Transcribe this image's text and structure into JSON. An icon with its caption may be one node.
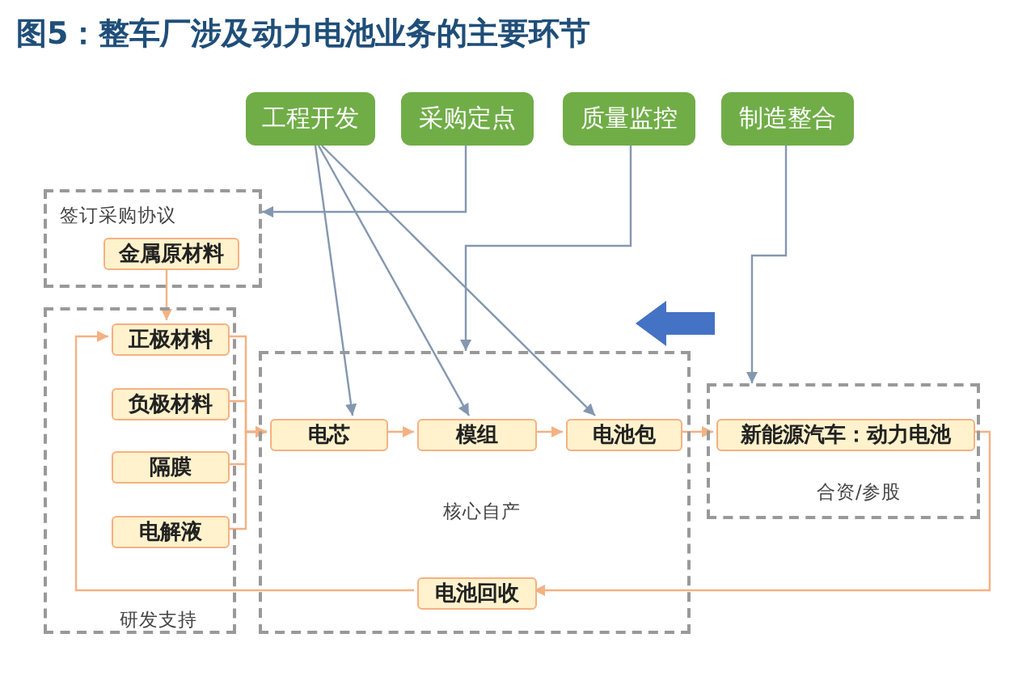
{
  "diagram": {
    "title": "图5：整车厂涉及动力电池业务的主要环节",
    "nodes": [
      {
        "text": [
          "工程开发"
        ]
      },
      {
        "text": [
          "采购定点"
        ]
      },
      {
        "text": [
          "质量监控"
        ]
      },
      {
        "text": [
          "制造整合"
        ]
      },
      {
        "text": [
          "签订采购协议"
        ]
      },
      {
        "text": [
          "金属原材料"
        ],
        "in": 4
      },
      {
        "text": [
          "研发支持"
        ]
      },
      {
        "text": [
          "正极材料"
        ],
        "in": 6
      },
      {
        "text": [
          "负极材料"
        ],
        "in": 6
      },
      {
        "text": [
          "隔膜"
        ],
        "in": 6
      },
      {
        "text": [
          "电解液"
        ],
        "in": 6
      },
      {
        "text": [
          "核心自产"
        ]
      },
      {
        "text": [
          "电芯"
        ],
        "in": 11
      },
      {
        "text": [
          "模组"
        ],
        "in": 11
      },
      {
        "text": [
          "电池包"
        ],
        "in": 11
      },
      {
        "text": [
          "合资/参股"
        ]
      },
      {
        "text": [
          "新能源汽车：动力电池"
        ],
        "in": 15
      },
      {
        "text": [
          "电池回收"
        ],
        "in": 11
      }
    ],
    "edges": [
      {
        "from": 0,
        "to": 12,
        "arrow": "to",
        "color": "#8497b0"
      },
      {
        "from": 0,
        "to": 13,
        "arrow": "to",
        "color": "#8497b0"
      },
      {
        "from": 0,
        "to": 14,
        "arrow": "to",
        "color": "#8497b0"
      },
      {
        "from": 1,
        "to": 4,
        "arrow": "to",
        "color": "#8497b0"
      },
      {
        "from": 2,
        "to": 11,
        "arrow": "to",
        "color": "#8497b0"
      },
      {
        "from": 3,
        "to": 15,
        "arrow": "to",
        "color": "#8497b0"
      },
      {
        "from": 5,
        "to": 7,
        "arrow": "to"
      },
      {
        "from": 7,
        "to": 12,
        "arrow": "to"
      },
      {
        "from": 8,
        "to": 12,
        "arrow": "to"
      },
      {
        "from": 9,
        "to": 12,
        "arrow": "to"
      },
      {
        "from": 10,
        "to": 12,
        "arrow": "to"
      },
      {
        "from": 12,
        "to": 13,
        "arrow": "to"
      },
      {
        "from": 13,
        "to": 14,
        "arrow": "to"
      },
      {
        "from": 14,
        "to": 16,
        "arrow": "to"
      },
      {
        "from": 16,
        "to": 17,
        "arrow": "to"
      },
      {
        "from": 17,
        "to": 7,
        "arrow": "to"
      }
    ]
  }
}
